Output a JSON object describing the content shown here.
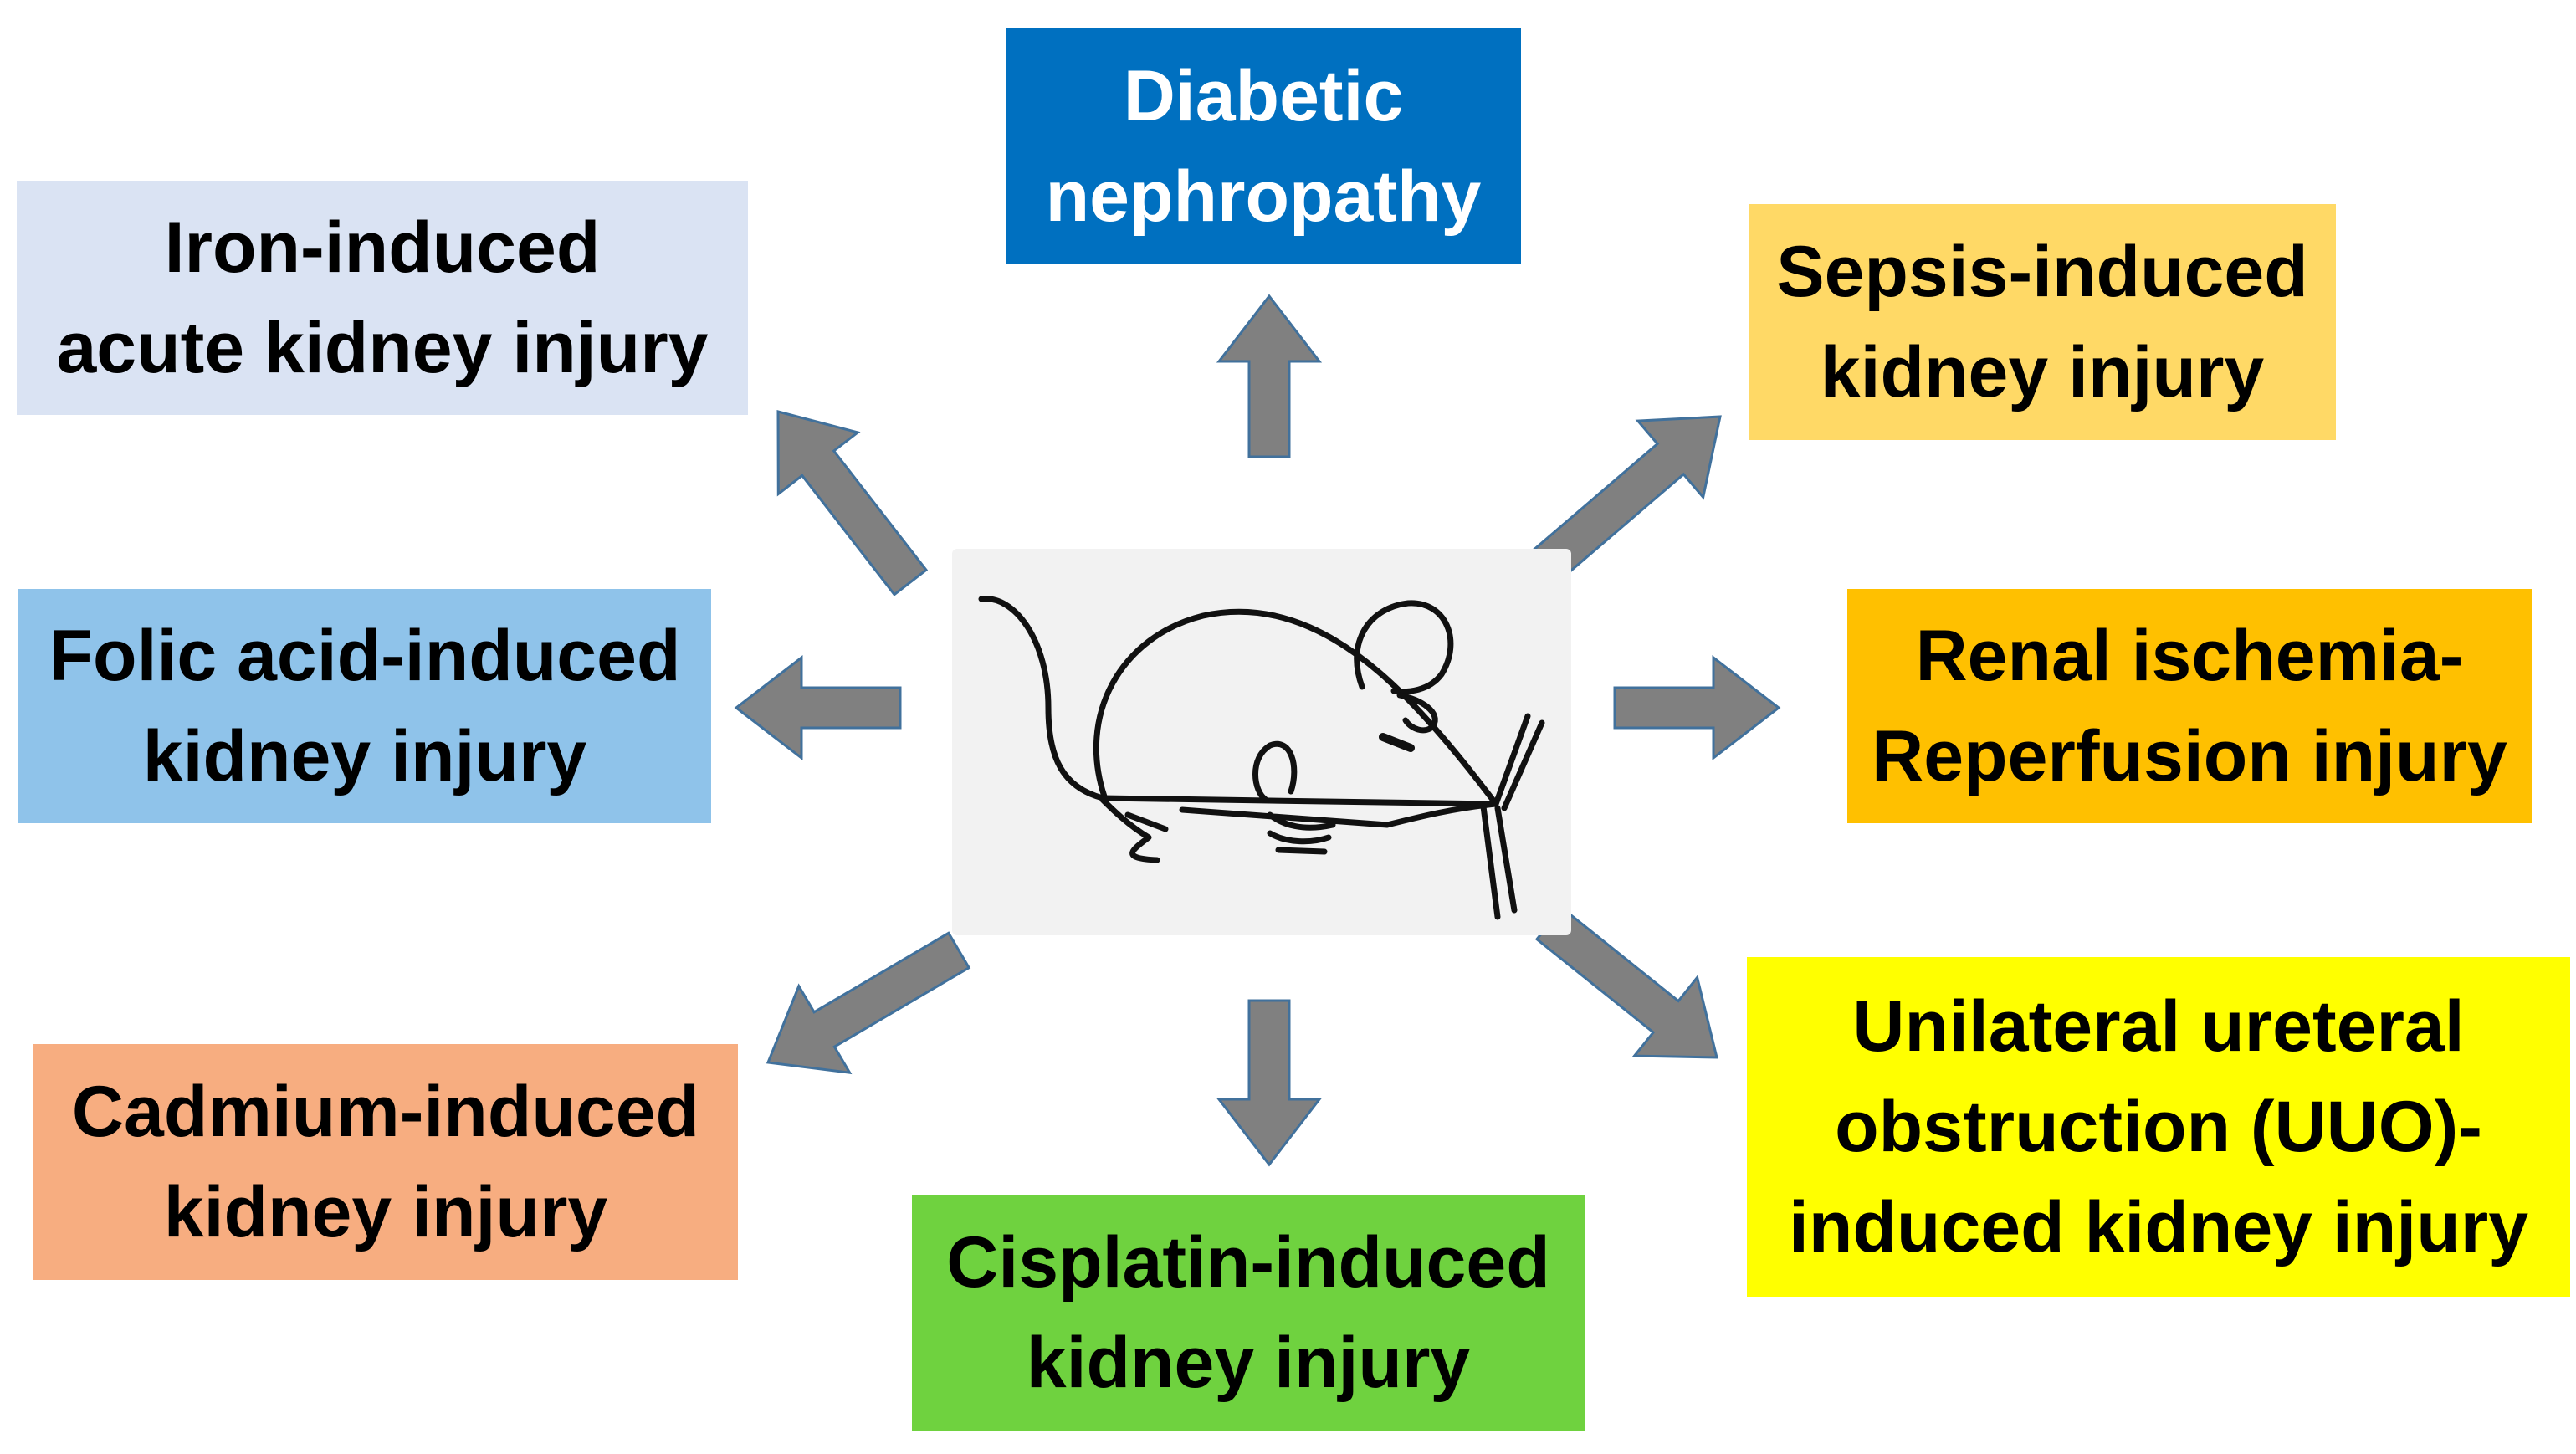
{
  "boxes": {
    "diabetic": {
      "lines": [
        "Diabetic",
        "nephropathy"
      ],
      "bg": "#0070c0",
      "fg": "#ffffff"
    },
    "iron": {
      "lines": [
        "Iron-induced",
        "acute kidney injury"
      ],
      "bg": "#dae3f3",
      "fg": "#000000"
    },
    "sepsis": {
      "lines": [
        "Sepsis-induced",
        "kidney injury"
      ],
      "bg": "#ffd966",
      "fg": "#000000"
    },
    "folic": {
      "lines": [
        "Folic acid-induced",
        "kidney injury"
      ],
      "bg": "#8fc3ea",
      "fg": "#000000"
    },
    "renal": {
      "lines": [
        "Renal ischemia-",
        "Reperfusion injury"
      ],
      "bg": "#ffc000",
      "fg": "#000000"
    },
    "cadmium": {
      "lines": [
        "Cadmium-induced",
        "kidney injury"
      ],
      "bg": "#f7ad80",
      "fg": "#000000"
    },
    "uuo": {
      "lines": [
        "Unilateral ureteral",
        "obstruction (UUO)-",
        "induced kidney injury"
      ],
      "bg": "#ffff00",
      "fg": "#000000"
    },
    "cisplatin": {
      "lines": [
        "Cisplatin-induced",
        "kidney injury"
      ],
      "bg": "#6fd23f",
      "fg": "#000000"
    }
  },
  "colors": {
    "arrow_fill": "#808080",
    "arrow_stroke": "#41719c",
    "mouse_panel": "#f2f2f2",
    "mouse_ink": "#111111"
  },
  "center_icon": "mouse-sketch"
}
